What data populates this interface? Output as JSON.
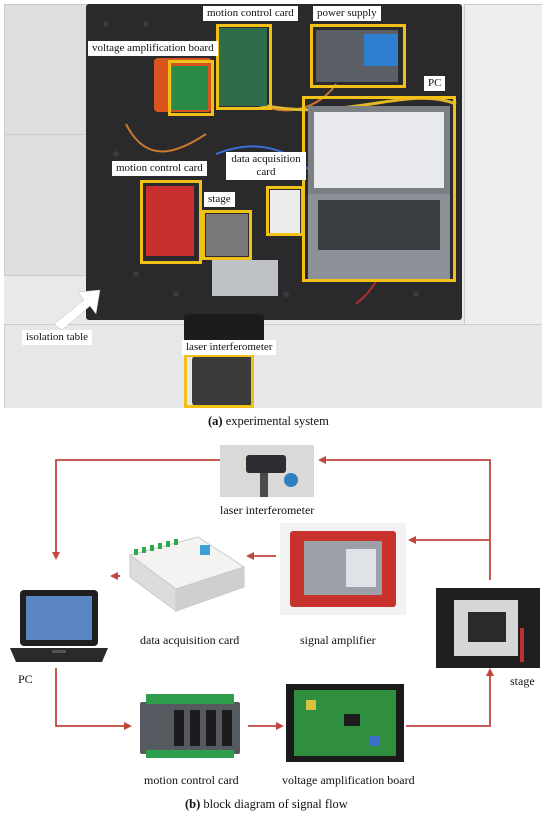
{
  "photo": {
    "labels": {
      "motion_control_card_top": "motion control card",
      "power_supply": "power supply",
      "voltage_amplification_board": "voltage amplification board",
      "pc": "PC",
      "motion_control_card_left": "motion control card",
      "data_acquisition_card": "data acquisition card",
      "stage": "stage",
      "isolation_table": "isolation table",
      "laser_interferometer": "laser interferometer"
    },
    "highlight_color": "#f2c117"
  },
  "caption_a": {
    "letter": "(a)",
    "text": " experimental system"
  },
  "diagram": {
    "labels": {
      "laser_interferometer": "laser interferometer",
      "data_acquisition_card": "data acquisition card",
      "signal_amplifier": "signal amplifier",
      "pc": "PC",
      "stage": "stage",
      "motion_control_card": "motion control card",
      "voltage_amplification_board": "voltage amplification board"
    },
    "arrow_color": "#c0463c"
  },
  "caption_b": {
    "letter": "(b)",
    "text": " block diagram of signal flow"
  }
}
